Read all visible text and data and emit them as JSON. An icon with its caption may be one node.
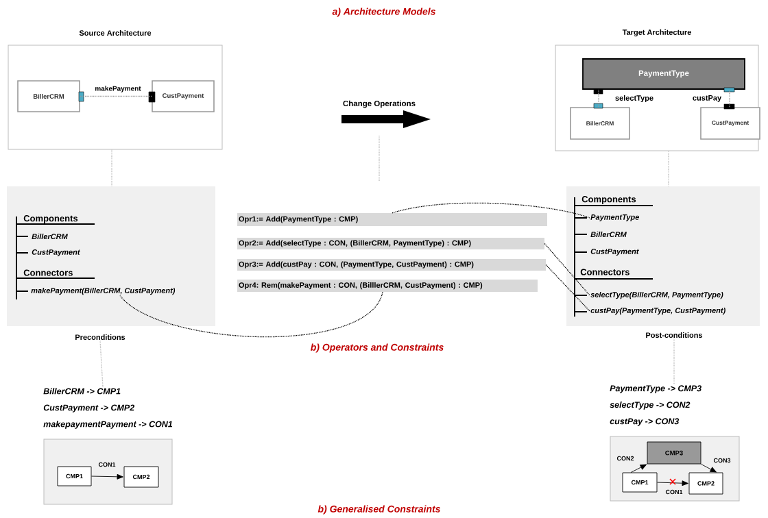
{
  "diagram": {
    "title": "a) Architecture Models",
    "nodes": [
      {
        "text": [
          "Source Architecture"
        ]
      },
      {
        "text": [
          "BillerCRM"
        ],
        "in": 0
      },
      {
        "text": [
          "CustPayment"
        ],
        "in": 0
      },
      {
        "text": [
          "Target Architecture"
        ]
      },
      {
        "text": [
          "PaymentType"
        ],
        "in": 3
      },
      {
        "text": [
          "BillerCRM"
        ],
        "in": 3
      },
      {
        "text": [
          "CustPayment"
        ],
        "in": 3
      },
      {
        "text": [
          "Components",
          "BillerCRM",
          "CustPayment",
          "Connectors"
        ]
      },
      {
        "text": [
          "makePayment(BillerCRM, CustPayment)"
        ],
        "in": 7
      },
      {
        "text": [
          "Opr1:= Add(PaymentType : CMP)"
        ]
      },
      {
        "text": [
          "Opr2:= Add(selectType : CON, (BillerCRM, PaymentType) : CMP)"
        ]
      },
      {
        "text": [
          "Opr3:= Add(custPay : CON, (PaymentType, CustPayment) : CMP)"
        ]
      },
      {
        "text": [
          "Opr4: Rem(makePayment : CON, (BilllerCRM, CustPayment) : CMP)"
        ]
      },
      {
        "text": [
          "Components",
          "BillerCRM",
          "CustPayment",
          "Connectors"
        ]
      },
      {
        "text": [
          "PaymentType"
        ],
        "in": 13
      },
      {
        "text": [
          "selectType(BillerCRM, PaymentType)"
        ],
        "in": 13
      },
      {
        "text": [
          "custPay(PaymentType, CustPayment)"
        ],
        "in": 13
      },
      {
        "text": [
          "Preconditions"
        ]
      },
      {
        "text": [
          "Post-conditions"
        ]
      },
      {
        "text": [
          "BillerCRM -> CMP1",
          "CustPayment -> CMP2",
          "makepaymentPayment -> CON1"
        ]
      },
      {
        "text": [
          "PaymentType -> CMP3",
          "selectType -> CON2",
          "custPay -> CON3"
        ]
      },
      {
        "text": [],
        "shape": "box"
      },
      {
        "text": [
          "CMP1"
        ],
        "in": 21
      },
      {
        "text": [
          "CMP2"
        ],
        "in": 21
      },
      {
        "text": [],
        "shape": "box"
      },
      {
        "text": [
          "CMP3"
        ],
        "in": 24
      },
      {
        "text": [
          "CMP1"
        ],
        "in": 24
      },
      {
        "text": [
          "CMP2"
        ],
        "in": 24
      }
    ],
    "edges": [
      {
        "from": 1,
        "to": 2,
        "arrow": "none",
        "label": "makePayment",
        "style": "dashed",
        "color": "#999999"
      },
      {
        "from": 4,
        "to": 5,
        "arrow": "none",
        "label": "selectType",
        "style": "dashed",
        "color": "#999999"
      },
      {
        "from": 4,
        "to": 6,
        "arrow": "none",
        "label": "custPay",
        "style": "dashed",
        "color": "#999999"
      },
      {
        "from": 0,
        "to": 7,
        "arrow": "none",
        "style": "dashed",
        "color": "#bbbbbb"
      },
      {
        "from": 3,
        "to": 13,
        "arrow": "none",
        "style": "dashed",
        "color": "#bbbbbb"
      },
      {
        "from": 9,
        "to": 14,
        "arrow": "none",
        "style": "dashed"
      },
      {
        "from": 10,
        "to": 15,
        "arrow": "none",
        "style": "dashed"
      },
      {
        "from": 11,
        "to": 16,
        "arrow": "none",
        "style": "dashed"
      },
      {
        "from": 12,
        "to": 8,
        "arrow": "none",
        "style": "dashed"
      },
      {
        "from": 17,
        "to": 19,
        "arrow": "none",
        "style": "dashed",
        "color": "#bbbbbb"
      },
      {
        "from": 18,
        "to": 20,
        "arrow": "none",
        "style": "dashed",
        "color": "#bbbbbb"
      },
      {
        "from": 22,
        "to": 23,
        "arrow": "to",
        "label": "CON1"
      },
      {
        "from": 26,
        "to": 25,
        "arrow": "to",
        "label": "CON2"
      },
      {
        "from": 25,
        "to": 27,
        "arrow": "to",
        "label": "CON3"
      },
      {
        "from": 26,
        "to": 27,
        "arrow": "to",
        "label": "CON1"
      }
    ],
    "labels": [
      "Change Operations",
      "b) Operators and Constraints",
      "b) Generalised Constraints"
    ]
  }
}
